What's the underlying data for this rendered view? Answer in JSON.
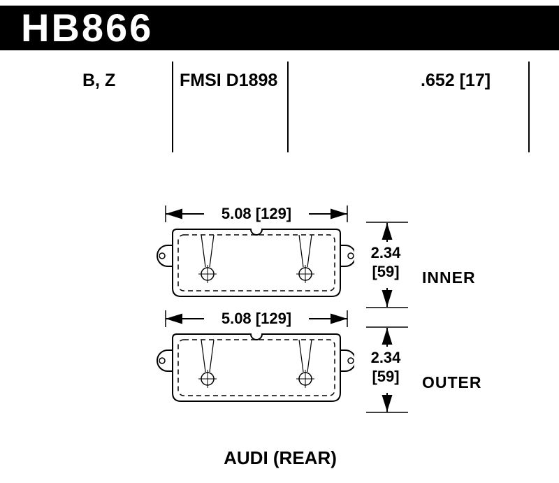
{
  "header": {
    "part_number": "HB866",
    "compound_codes": "B, Z",
    "fmsi_code": "FMSI D1898",
    "pad_thickness": ".652 [17]"
  },
  "diagram": {
    "width_dimension": "5.08 [129]",
    "height_dimension_value": "2.34",
    "height_dimension_mm": "[59]",
    "inner_label": "INNER",
    "outer_label": "OUTER",
    "vehicle_application": "AUDI (REAR)"
  },
  "colors": {
    "banner_background": "#000000",
    "banner_text": "#ffffff",
    "drawing_lines": "#000000",
    "page_background": "#ffffff"
  }
}
